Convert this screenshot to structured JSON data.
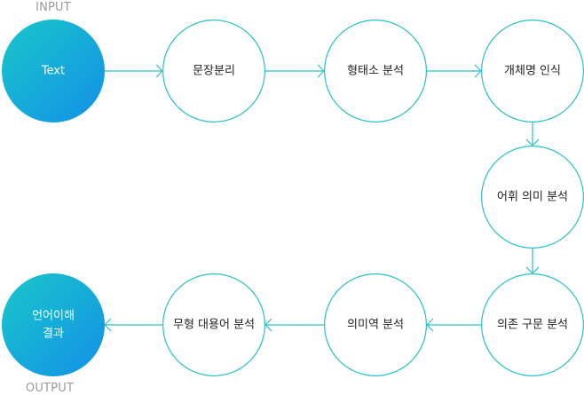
{
  "labels": {
    "input": "INPUT",
    "output": "OUTPUT"
  },
  "colors": {
    "accent": "#2cc0c6",
    "gradient_start": "#19c7c9",
    "gradient_end": "#1390e8",
    "circle_fill": "#ffffff",
    "text": "#222222",
    "io_label": "#9a9a9a"
  },
  "nodes": [
    {
      "id": "text",
      "lines": [
        "Text"
      ],
      "filled": true
    },
    {
      "id": "sentence-split",
      "lines": [
        "문장분리"
      ],
      "filled": false
    },
    {
      "id": "morpheme-analysis",
      "lines": [
        "형태소 분석"
      ],
      "filled": false
    },
    {
      "id": "named-entity",
      "lines": [
        "개체명 인식"
      ],
      "filled": false
    },
    {
      "id": "lexical-semantic",
      "lines": [
        "어휘 의미 분석"
      ],
      "filled": false
    },
    {
      "id": "dependency-parsing",
      "lines": [
        "의존 구문 분석"
      ],
      "filled": false
    },
    {
      "id": "semantic-role",
      "lines": [
        "의미역 분석"
      ],
      "filled": false
    },
    {
      "id": "zero-anaphora",
      "lines": [
        "무형 대용어 분석"
      ],
      "filled": false
    },
    {
      "id": "result",
      "lines": [
        "언어이해",
        "결과"
      ],
      "filled": true
    }
  ],
  "edges": [
    [
      "text",
      "sentence-split"
    ],
    [
      "sentence-split",
      "morpheme-analysis"
    ],
    [
      "morpheme-analysis",
      "named-entity"
    ],
    [
      "named-entity",
      "lexical-semantic"
    ],
    [
      "lexical-semantic",
      "dependency-parsing"
    ],
    [
      "dependency-parsing",
      "semantic-role"
    ],
    [
      "semantic-role",
      "zero-anaphora"
    ],
    [
      "zero-anaphora",
      "result"
    ]
  ]
}
